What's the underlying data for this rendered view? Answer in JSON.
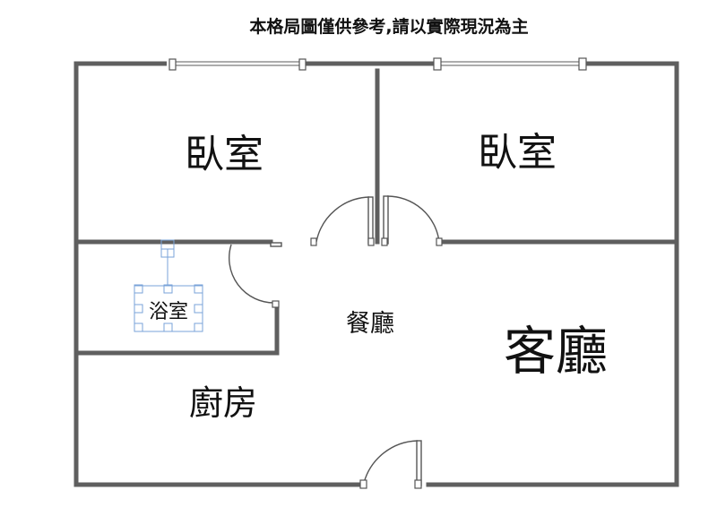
{
  "title": "本格局圖僅供參考,請以實際現況為主",
  "rooms": {
    "bedroom_left": "臥室",
    "bedroom_right": "臥室",
    "bathroom": "浴室",
    "dining": "餐廳",
    "living": "客廳",
    "kitchen": "廚房"
  },
  "colors": {
    "wall": "#5f5f5f",
    "text": "#111111",
    "selection": "#7aa3d8"
  }
}
